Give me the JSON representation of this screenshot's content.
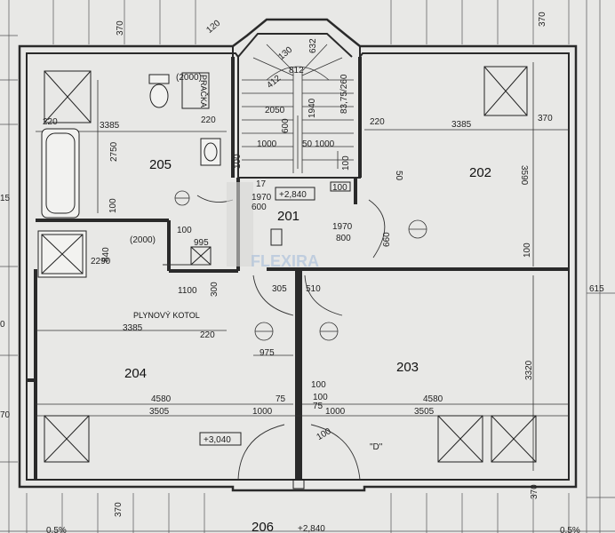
{
  "rooms": {
    "r205": "205",
    "r202": "202",
    "r201": "201",
    "r204": "204",
    "r203": "203",
    "r206": "206"
  },
  "levels": {
    "upper_hall": "+2,840",
    "lower_hall": "+3,040",
    "bottom": "+2,840"
  },
  "labels": {
    "boiler": "PLYNOVÝ KOTOL",
    "washer": "PRAČKA",
    "d_mark": "\"D\"",
    "window_205": "(2000)",
    "window_shower": "(2000)",
    "watermark": "FLEXIRA"
  },
  "dims": {
    "top_370_left": "370",
    "top_370_right": "370",
    "d_220_a": "220",
    "d_3385_a": "3385",
    "d_2750": "2750",
    "d_220_b": "220",
    "d_100_a": "100",
    "d_3385_b": "3385",
    "d_220_c": "220",
    "d_3590": "3590",
    "d_50_a": "50",
    "d_100_b": "100",
    "d_2050": "2050",
    "d_1940": "1940",
    "d_8375": "83,75/260",
    "d_1000_a": "1000",
    "d_600": "600",
    "d_50_b": "50",
    "d_1000_b": "1000",
    "d_812": "812",
    "d_632": "632",
    "d_130": "130",
    "d_412": "412",
    "d_100_c": "100",
    "d_100_d": "100",
    "d_100_e": "100",
    "d_17": "17",
    "d_1970_a": "1970",
    "d_600_b": "600",
    "d_1970_b": "1970",
    "d_800": "800",
    "d_660": "660",
    "d_100_f": "100",
    "d_995": "995",
    "d_840": "840",
    "d_2290": "2290",
    "d_1100": "1100",
    "d_300": "300",
    "d_305": "305",
    "d_510": "510",
    "d_3385_c": "3385",
    "d_220_d": "220",
    "d_975": "975",
    "d_100_g": "100",
    "d_615": "615",
    "d_3320": "3320",
    "d_100_h": "100",
    "d_75_a": "75",
    "d_75_b": "75",
    "d_4580_a": "4580",
    "d_4580_b": "4580",
    "d_3505_a": "3505",
    "d_1000_c": "1000",
    "d_1000_d": "1000",
    "d_3505_b": "3505",
    "d_100_i": "100",
    "d_70": "70",
    "d_15": "15",
    "d_0": "0",
    "bot_370_l": "370",
    "bot_370_r": "370",
    "slope_l": "0.5%",
    "slope_r": "0.5%",
    "d_120": "120"
  },
  "colors": {
    "paper": "#e8e8e6",
    "wall": "#2a2a2a",
    "line": "#333333",
    "watermark": "#9fb8d8"
  }
}
